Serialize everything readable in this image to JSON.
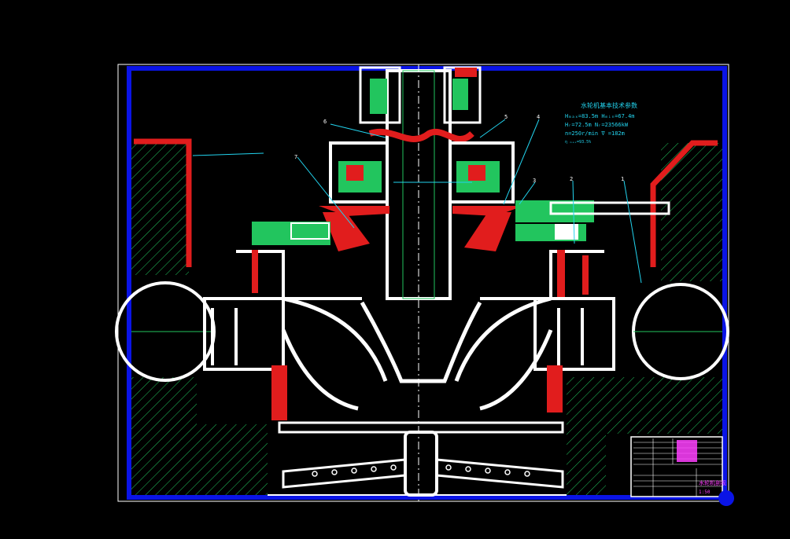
{
  "drawing": {
    "params_title": "水轮机基本技术参数",
    "param_lines": [
      "Hₘₐₓ=83.5m   Hₘᵢₙ=67.4m",
      "Hᵣ=72.5m   Nᵣ=23566kW",
      "n=250r/min   ∇ =182m",
      "η ₘₐₓ=93.5%"
    ],
    "part_numbers": [
      "1",
      "2",
      "3",
      "4",
      "5",
      "6",
      "7"
    ],
    "title_block": {
      "name": "水轮机剖视",
      "scale": "1:50"
    },
    "colors": {
      "background": "#000000",
      "frame_blue": "#0a14e6",
      "concrete_green": "#22c55e",
      "structure_white": "#ffffff",
      "highlight_red": "#e11d1d",
      "leader_cyan": "#22d3ee",
      "annotation_magenta": "#ff40ff"
    }
  }
}
